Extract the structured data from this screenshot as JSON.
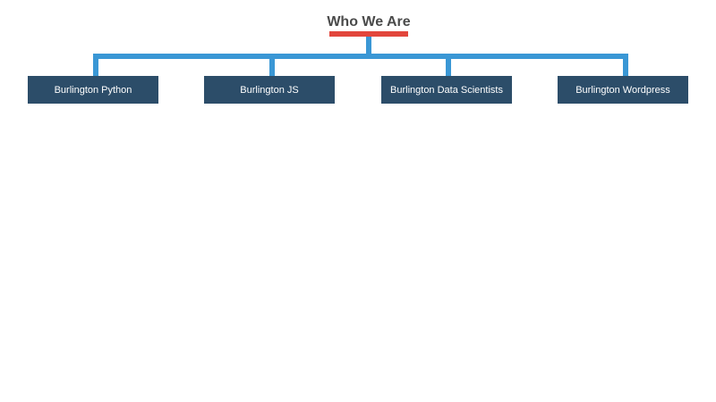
{
  "diagram": {
    "title": "Who We Are",
    "colors": {
      "title_text": "#4a4a4a",
      "title_underline": "#e2463c",
      "connector": "#3a97d5",
      "node_fill": "#2c4d69",
      "node_text": "#ffffff"
    },
    "nodes": [
      {
        "label": "Burlington Python"
      },
      {
        "label": "Burlington JS"
      },
      {
        "label": "Burlington Data Scientists"
      },
      {
        "label": "Burlington Wordpress"
      }
    ]
  }
}
